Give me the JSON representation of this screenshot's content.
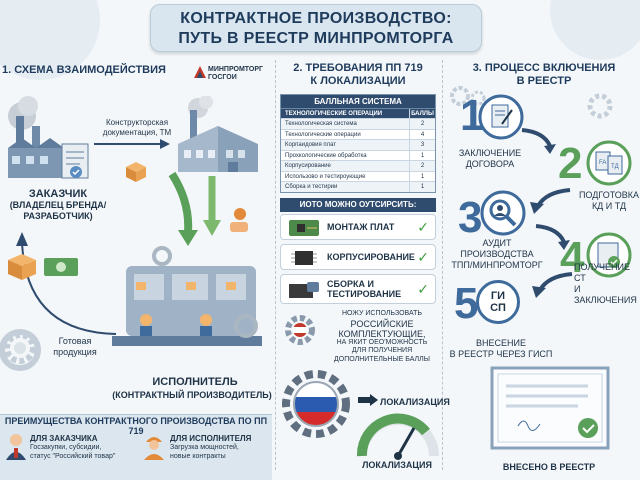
{
  "title": {
    "line1": "КОНТРАКТНОЕ ПРОИЗВОДСТВО:",
    "line2": "ПУТЬ В РЕЕСТР МИНПРОМТОРГА"
  },
  "col1": {
    "heading": "1. СХЕМА ВЗАИМОДЕЙСТВИЯ",
    "logo": {
      "line1": "МИНПРОМТОРГ",
      "line2": "ГОСГОИ"
    },
    "flow_label": {
      "line1": "Конструкторская",
      "line2": "документация, ТМ"
    },
    "customer": {
      "title": "ЗАКАЗЧИК",
      "sub1": "(ВЛАДЕЛЕЦ БРЕНДА/",
      "sub2": "РАЗРАБОТЧИК)"
    },
    "finished": {
      "line1": "Готовая",
      "line2": "продукция"
    },
    "executor": {
      "title": "ИСПОЛНИТЕЛЬ",
      "sub": "(КОНТРАКТНЫЙ ПРОИЗВОДИТЕЛЬ)"
    }
  },
  "advantages": {
    "title": "ПРЕИМУЩЕСТВА КОНТРАКТНОГО ПРОИЗВОДСТВА ПО ПП 719",
    "customer": {
      "head": "ДЛЯ ЗАКАЗЧИКА",
      "l1": "Госзакупки, субсидии,",
      "l2": "статус \"Российский товар\""
    },
    "executor": {
      "head": "ДЛЯ ИСПОЛНИТЕЛЯ",
      "l1": "Загрузка мощностей,",
      "l2": "новые контракты"
    }
  },
  "col2": {
    "heading": {
      "line1": "2. ТРЕБОВАНИЯ ПП 719",
      "line2": "К ЛОКАЛИЗАЦИИ"
    },
    "table": {
      "caption": "БАЛЛЬНАЯ СИСТЕМА",
      "headers": [
        "ТЕХНОЛОГИЧЕСКИЕ ОПЕРАЦИИ",
        "БАЛЛЫ"
      ],
      "rows": [
        [
          "Технологическая система",
          "2"
        ],
        [
          "Технологические операции",
          "4"
        ],
        [
          "Корпаидовия плат",
          "3"
        ],
        [
          "Прохкологические обработка",
          "1"
        ],
        [
          "Корпусирование",
          "2"
        ],
        [
          "Использово и тестироующие",
          "1"
        ],
        [
          "Сборка и тестирии",
          "1"
        ]
      ]
    },
    "outsource": {
      "heading": "ИОТО МОЖНО ОУТСИРСИТЬ:",
      "items": [
        "МОНТАЖ ПЛАТ",
        "КОРПУСИРОВАНИЕ",
        "СБОРКА И ТЕСТИРОВАНИЕ"
      ],
      "check": "✓"
    },
    "note": {
      "l1": "НОЖУ ИСПОЛЬЗОВАТЬ",
      "l2": "РОССИЙСКИЕ",
      "l3": "КОМПЛЕКТУЮЩИЕ,",
      "l4": "НА ЯКИТ ОЕО'МОЖНОСТЬ",
      "l5": "ДЛЯ ПОЛУЧЕНИЯ",
      "l6": "ДОПОЛНИТЕЛЬНЫЕ БАЛЛЫ"
    },
    "loc1": "ЛОКАЛИЗАЦИЯ",
    "loc2": "ЛОКАЛИЗАЦИЯ"
  },
  "col3": {
    "heading": {
      "line1": "3. ПРОЦЕСС ВКЛЮЧЕНИЯ",
      "line2": "В РЕЕСТР"
    },
    "steps": [
      {
        "num": "1",
        "l1": "ЗАКЛЮЧЕНИЕ",
        "l2": "ДОГОВОРА"
      },
      {
        "num": "2",
        "l1": "ПОДГОТОВКА",
        "l2": "КД И ТД"
      },
      {
        "num": "3",
        "l1": "АУДИТ",
        "l2": "ПРОИЗВОДСТВА",
        "l3": "ТПП/МИНПРОМТОРГ"
      },
      {
        "num": "4",
        "l1": "ПОЛУЧЕНИЕ СТ",
        "l2": "И ЗАКЛЮЧЕНИЯ"
      },
      {
        "num": "5",
        "l1": "ВНЕСЕНИЕ",
        "l2": "В РЕЕСТР ЧЕРЕЗ ГИСП"
      }
    ],
    "gisp": {
      "l1": "ГИ",
      "l2": "СП"
    },
    "final": "ВНЕСЕНО В РЕЕСТР",
    "doc_badge1": "FA",
    "doc_badge2": "TД"
  },
  "colors": {
    "navy": "#2f4b6e",
    "blue": "#3e6a9c",
    "green": "#5aa05a",
    "orange": "#e2893a"
  }
}
